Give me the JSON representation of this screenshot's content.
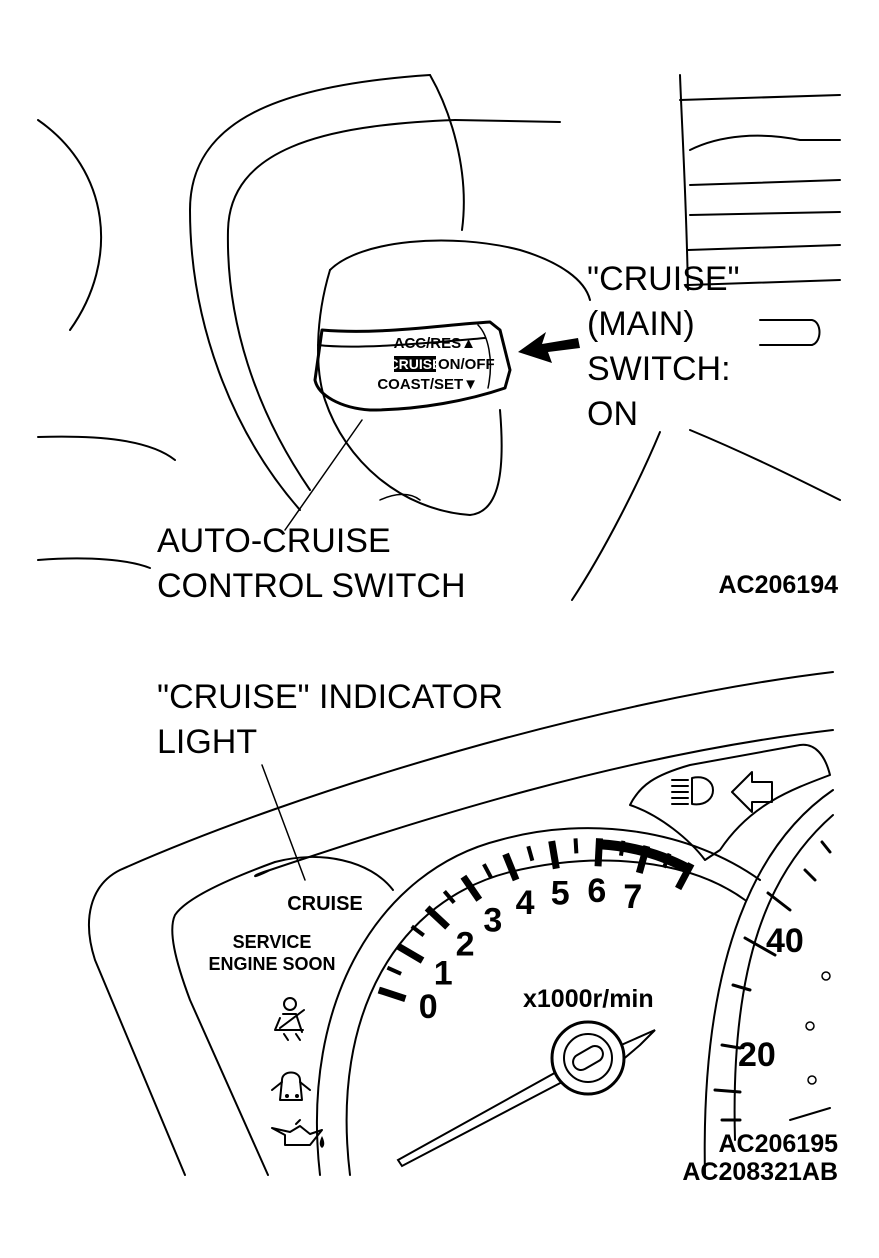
{
  "upper_figure": {
    "callout_cruise_main_switch": [
      "\"CRUISE\"",
      "(MAIN)",
      "SWITCH:",
      "ON"
    ],
    "callout_control_switch": [
      "AUTO-CRUISE",
      "CONTROL SWITCH"
    ],
    "switch_labels": {
      "acc_res": "ACC/RES▲",
      "cruise": "CRUISE",
      "on_off": "ON/OFF",
      "coast_set": "COAST/SET▼"
    },
    "figure_code": "AC206194"
  },
  "lower_figure": {
    "callout_indicator": [
      "\"CRUISE\" INDICATOR",
      "LIGHT"
    ],
    "indicator_cruise": "CRUISE",
    "indicator_service": [
      "SERVICE",
      "ENGINE SOON"
    ],
    "tachometer": {
      "unit": "x1000r/min",
      "numbers": [
        "0",
        "1",
        "2",
        "3",
        "4",
        "5",
        "6",
        "7"
      ]
    },
    "speedometer_numbers": [
      "20",
      "40"
    ],
    "figure_codes": [
      "AC206195",
      "AC208321AB"
    ]
  },
  "icons": {
    "headlight": "headlight-icon",
    "turn_left": "turn-arrow-icon",
    "seatbelt": "seatbelt-icon",
    "door": "door-open-icon",
    "oil": "oil-can-icon"
  }
}
